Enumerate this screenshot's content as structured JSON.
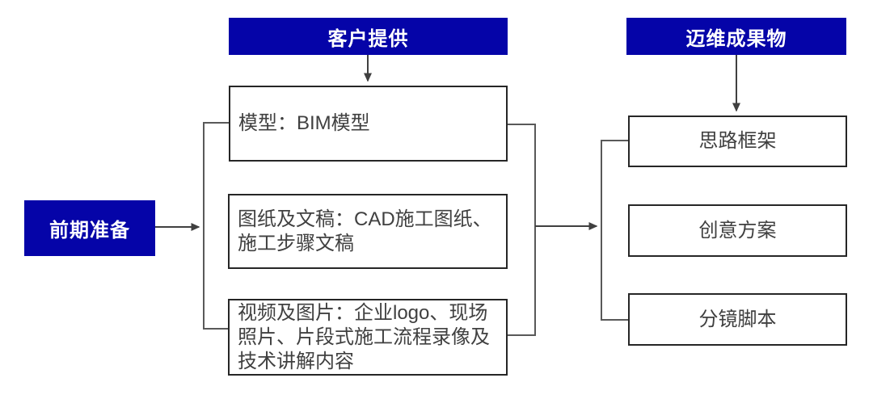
{
  "diagram": {
    "stage_label": "前期准备",
    "headers": {
      "customer": "客户提供",
      "deliverables": "迈维成果物"
    },
    "customer_items": [
      "模型：BIM模型",
      "图纸及文稿：CAD施工图纸、\n施工步骤文稿",
      "视频及图片：企业logo、现场\n照片、片段式施工流程录像及\n技术讲解内容"
    ],
    "deliverable_items": [
      "思路框架",
      "创意方案",
      "分镜脚本"
    ],
    "colors": {
      "accent_blue": "#0504a8",
      "box_border": "#262626",
      "box_text": "#404040",
      "connector": "#595959",
      "arrow": "#404040"
    }
  }
}
